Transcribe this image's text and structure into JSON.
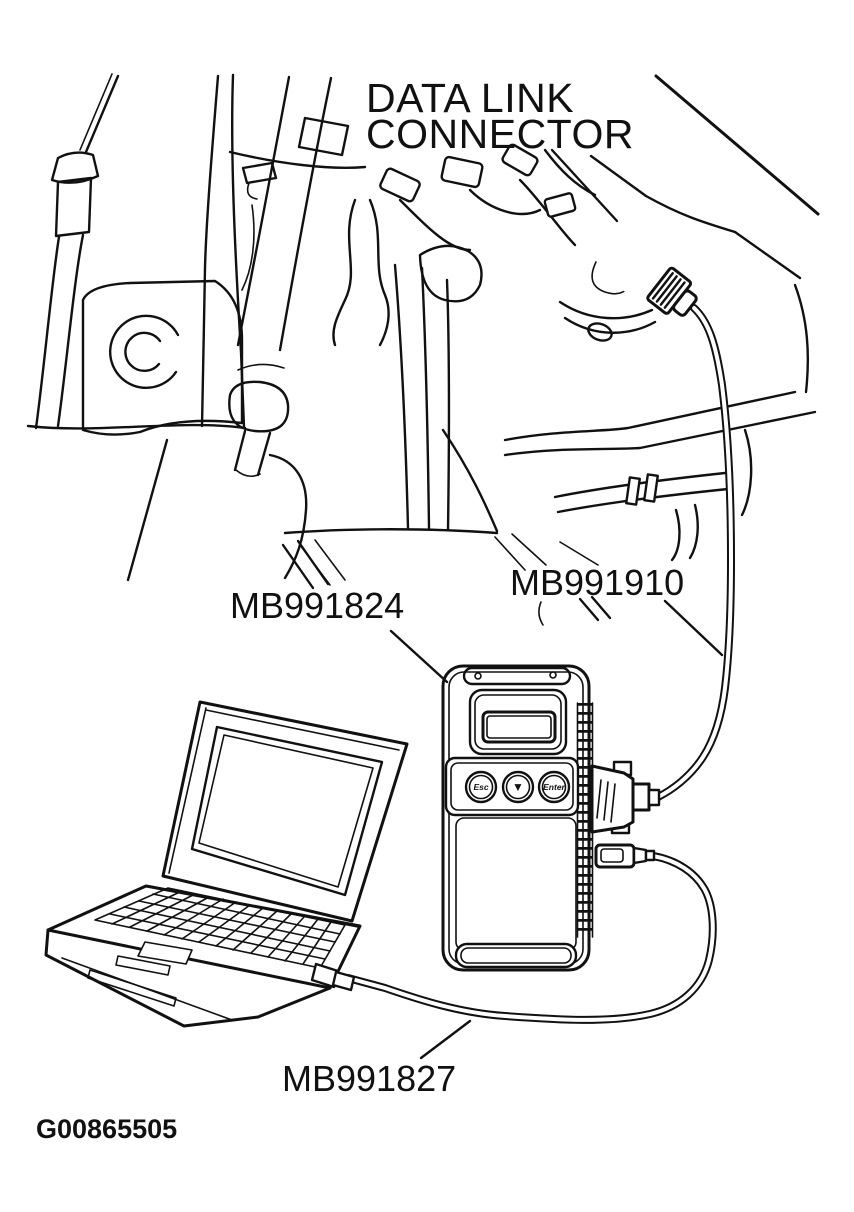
{
  "figure": {
    "background": "#ffffff",
    "line_color": "#111111",
    "title": {
      "line1": "DATA LINK",
      "line2": "CONNECTOR"
    },
    "callouts": {
      "scan_tool": "MB991824",
      "dlc_cable": "MB991910",
      "pc_cable": "MB991827"
    },
    "figure_code": "G00865505",
    "scan_tool_buttons": [
      "Esc",
      "▼",
      "Enter"
    ]
  }
}
